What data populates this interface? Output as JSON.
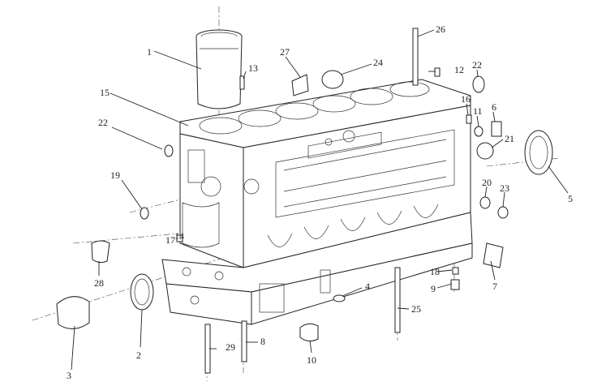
{
  "labels": {
    "l1": "1",
    "l2": "2",
    "l3": "3",
    "l4": "4",
    "l5": "5",
    "l6": "6",
    "l7": "7",
    "l8": "8",
    "l9": "9",
    "l10": "10",
    "l11": "11",
    "l12": "12",
    "l13": "13",
    "l14": "14",
    "l15": "15",
    "l16": "16",
    "l17": "17",
    "l18": "18",
    "l19": "19",
    "l20": "20",
    "l21": "21",
    "l22a": "22",
    "l22b": "22",
    "l23": "23",
    "l24": "24",
    "l25": "25",
    "l26": "26",
    "l27": "27",
    "l28": "28",
    "l29": "29"
  }
}
